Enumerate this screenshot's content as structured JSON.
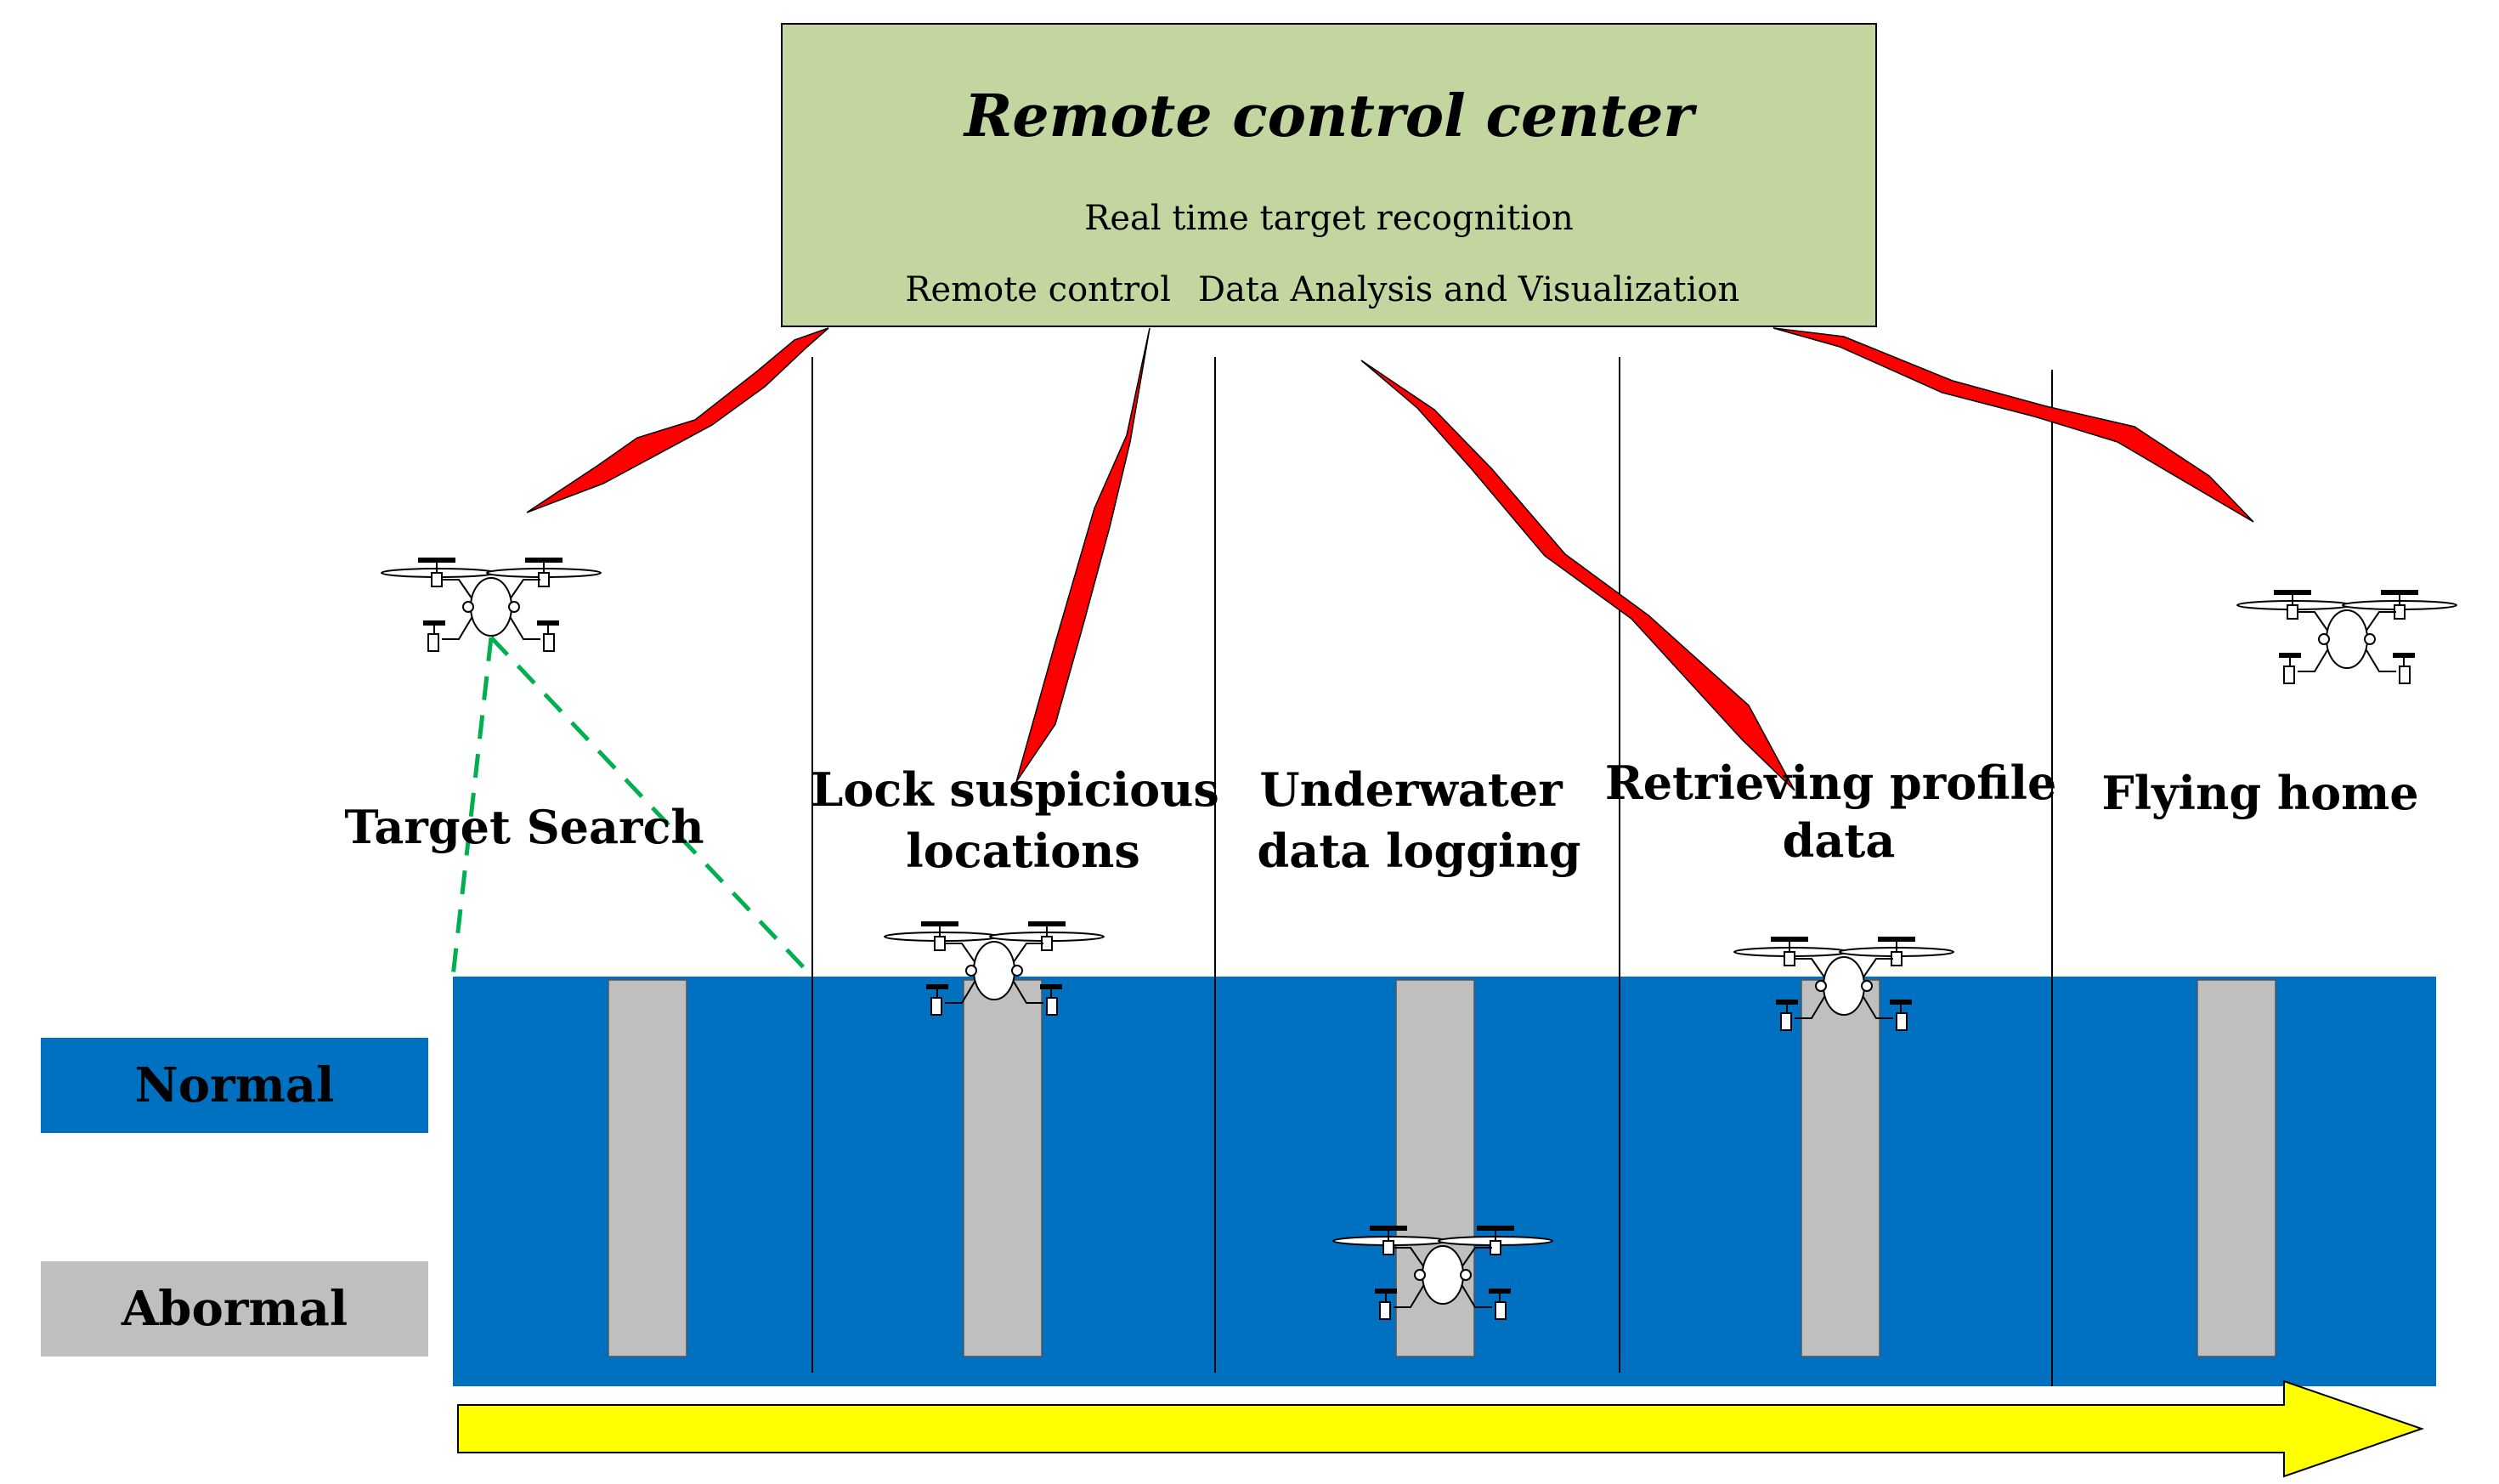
{
  "control_center": {
    "title": "Remote control center",
    "line1": "Real time target recognition",
    "line2a": "Remote control",
    "line2b": "Data Analysis and Visualization",
    "fill": "#c4d6a0"
  },
  "phases": [
    {
      "lines": [
        "Target Search"
      ]
    },
    {
      "lines": [
        "Lock suspicious",
        "locations"
      ]
    },
    {
      "lines": [
        "Underwater",
        "data logging"
      ]
    },
    {
      "lines": [
        "Retrieving profile",
        "data"
      ]
    },
    {
      "lines": [
        "Flying home"
      ]
    }
  ],
  "legend": {
    "normal": {
      "label": "Normal",
      "color": "#0070c0"
    },
    "abnormal": {
      "label": "Abormal",
      "color": "#bfbfbf"
    }
  },
  "colors": {
    "water": "#0070c0",
    "column": "#bfbfbf",
    "signal": "#ff0000",
    "arrow": "#ffff00",
    "scan_line": "#00b050"
  },
  "icons": {
    "drone": "quadcopter-drone-icon",
    "signal": "lightning-signal-icon",
    "timeline": "right-arrow-icon"
  }
}
